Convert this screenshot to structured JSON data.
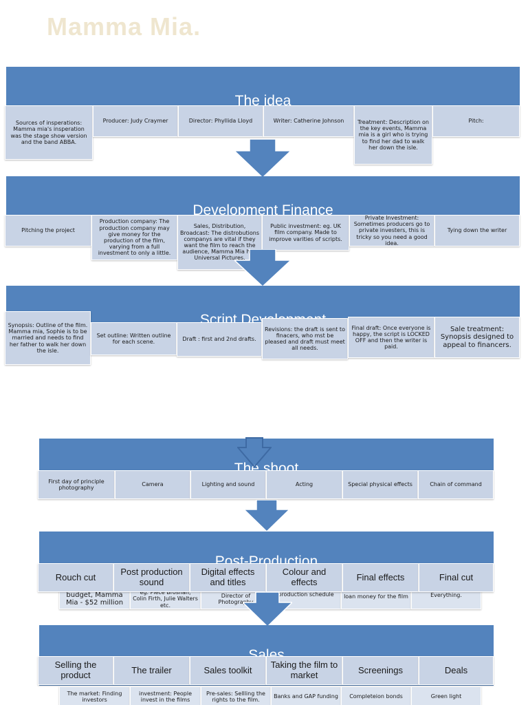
{
  "page_title": "Mamma Mia.",
  "colors": {
    "banner": "#5383bd",
    "box": "#c8d3e5",
    "arrow": "#5383bd",
    "title": "#efe6cf"
  },
  "sections": {
    "idea": {
      "title": "The idea",
      "items": [
        "Sources of insperations: Mamma mia's insperation was the stage show version and the band ABBA.",
        "Producer: Judy Craymer",
        "Director: Phyllida Lloyd",
        "Writer: Catherine Johnson",
        "Treatment: Description on the key events, Mamma mia is a girl who is trying to find her dad to walk her down the isle.",
        "Pitch:"
      ]
    },
    "development": {
      "title": "Development Finance",
      "items": [
        "Pitching the project",
        "Production company: The production company may give money for the production of the film, varying from a full investment to only a little.",
        "Sales, Distribution, Broadcast: The distrobutions companys are vital if they want the film to reach the audience, Mamma Mia had Universal Pictures.",
        "Public investment: eg. UK film company. Made to improve varities of scripts.",
        "Private Investment: Sometimes producers go to private investers, this is tricky so you need a good idea.",
        "Tying down the writer"
      ]
    },
    "script": {
      "title": "Script Development",
      "items": [
        "Synopsis: Outline of the film. Mamma mia, Sophie is to be married and needs to find her father to walk her down the isle.",
        "Set outline: Written outline for each scene.",
        "Draft : first and 2nd drafts.",
        "Revisions: the draft is sent to finacers, who mst be pleased and draft must meet all needs.",
        "Final draft: Once everyone is happy, the script is LOCKED OFF and then the writer is paid.",
        "Sale treatment: Synopsis designed to appeal to financers."
      ]
    },
    "shoot": {
      "title": "The shoot",
      "items": [
        "First day of principle photography",
        "Camera",
        "Lighting and sound",
        "Acting",
        "Special physical effects",
        "Chain of command"
      ]
    },
    "post": {
      "title": "Post-Production",
      "items": [
        "Rouch cut",
        "Post production sound",
        "Digital effects and titles",
        "Colour and effects",
        "Final effects",
        "Final cut"
      ],
      "behind": [
        "budget, Mamma Mia - $52 million",
        "eg. Piece Brosnan, Colin Firth, Julie Walters etc.",
        "Director of Photography",
        "production schedule",
        "loan money for the film",
        "Everything."
      ]
    },
    "sales": {
      "title": "Sales",
      "items": [
        "Selling the product",
        "The trailer",
        "Sales toolkit",
        "Taking the film to market",
        "Screenings",
        "Deals"
      ],
      "sub": [
        "The market: Finding investors",
        "investment: People invest in the films",
        "Pre-sales: Sellling the rights to the film.",
        "Banks and GAP funding",
        "Completeion bonds",
        "Green light"
      ]
    }
  }
}
